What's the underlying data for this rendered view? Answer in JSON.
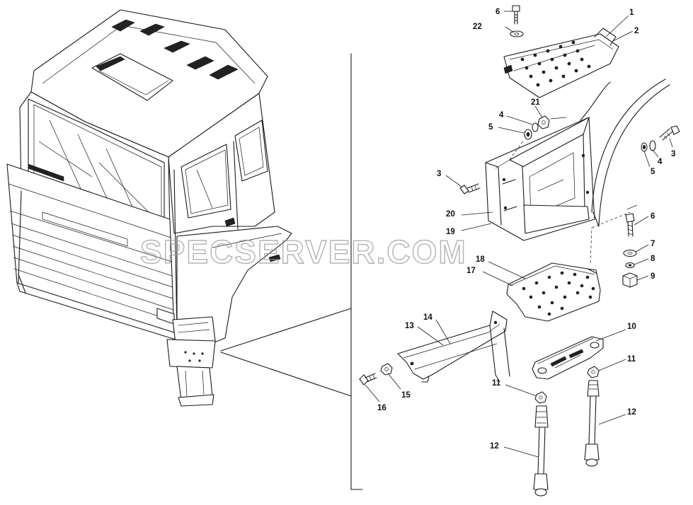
{
  "watermark": "SPECSERVER.COM",
  "callouts": {
    "c1": "1",
    "c2": "2",
    "c3a": "3",
    "c3b": "3",
    "c4a": "4",
    "c4b": "4",
    "c5a": "5",
    "c5b": "5",
    "c6a": "6",
    "c6b": "6",
    "c7": "7",
    "c8": "8",
    "c9": "9",
    "c10": "10",
    "c11a": "11",
    "c11b": "11",
    "c12a": "12",
    "c12b": "12",
    "c13": "13",
    "c14": "14",
    "c15": "15",
    "c16": "16",
    "c17": "17",
    "c18": "18",
    "c19": "19",
    "c20": "20",
    "c21": "21",
    "c22": "22"
  }
}
